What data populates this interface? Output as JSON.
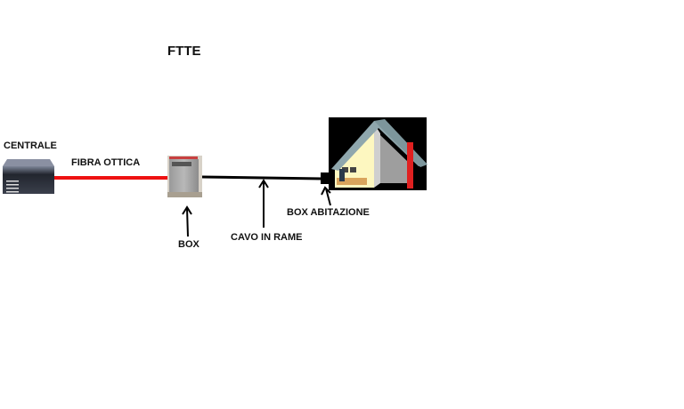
{
  "title": "FTTE",
  "labels": {
    "centrale": "CENTRALE",
    "fibra": "FIBRA  OTTICA",
    "box": "BOX",
    "cavo": "CAVO IN RAME",
    "box_abitazione": "BOX ABITAZIONE"
  },
  "colors": {
    "fiber": "#ee1111",
    "copper": "#000000"
  }
}
